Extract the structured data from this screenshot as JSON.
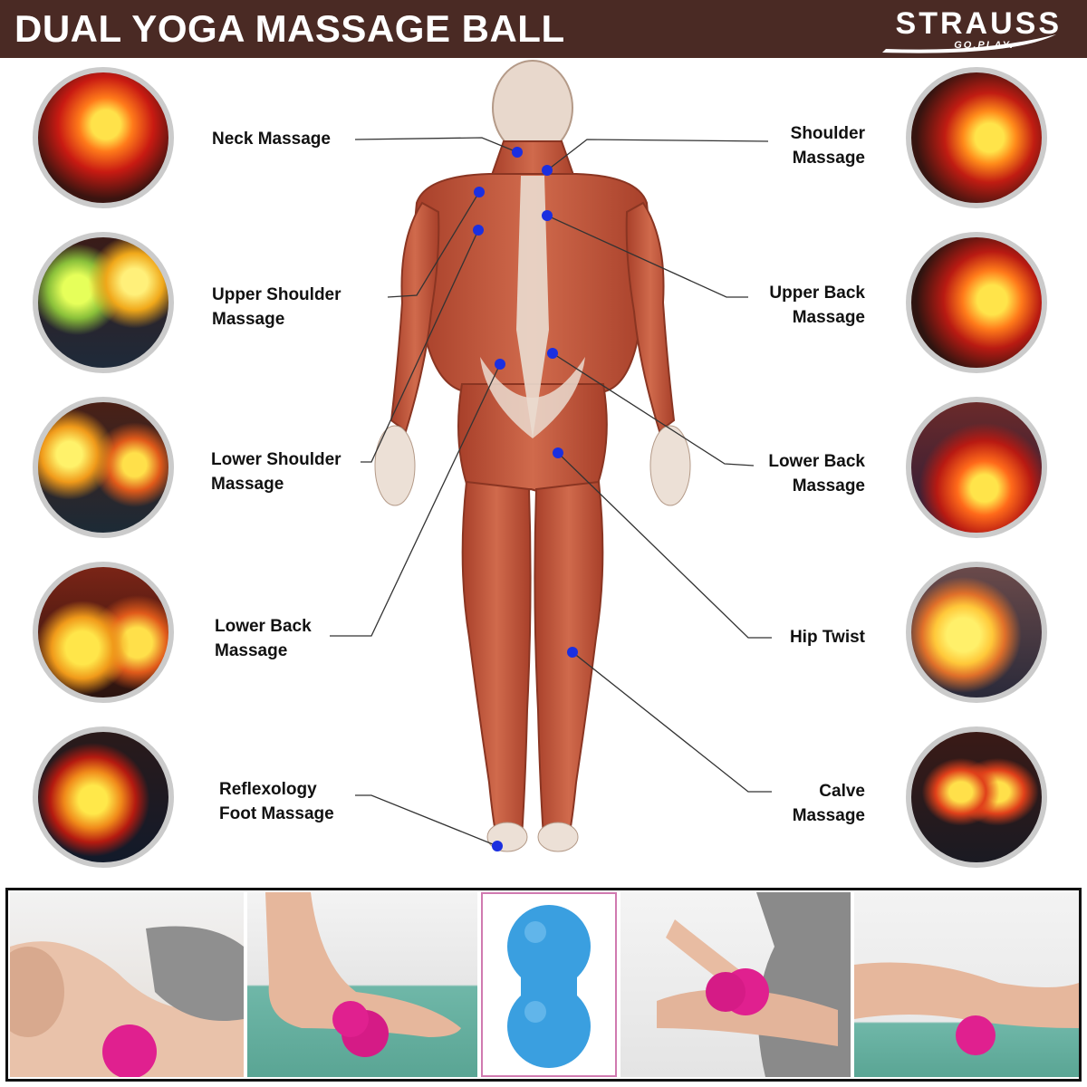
{
  "header": {
    "title": "DUAL YOGA MASSAGE BALL",
    "brand_name": "STRAUSS",
    "brand_tagline": "GO.PLAY."
  },
  "colors": {
    "header_bg": "#4a2a24",
    "marker": "#1b2fe0",
    "muscle": "#c5553a",
    "ball_pink": "#e0208f",
    "ball_blue": "#3a9fe0"
  },
  "labels": {
    "neck_massage": [
      "Neck Massage"
    ],
    "upper_shoulder_massage": [
      "Upper Shoulder",
      "Massage"
    ],
    "lower_shoulder_massage": [
      "Lower Shoulder",
      "Massage"
    ],
    "lower_back_massage_left": [
      "Lower Back",
      "Massage"
    ],
    "reflexology_foot_massage": [
      "Reflexology",
      "Foot Massage"
    ],
    "shoulder_massage": [
      "Shoulder",
      "Massage"
    ],
    "upper_back_massage": [
      "Upper Back",
      "Massage"
    ],
    "lower_back_massage_right": [
      "Lower Back",
      "Massage"
    ],
    "hip_twist": [
      "Hip Twist"
    ],
    "calve_massage": [
      "Calve",
      "Massage"
    ]
  },
  "images": {
    "left_circles": [
      "neck-spine-heat-image",
      "arms-back-heat-image",
      "arms-hands-heat-image",
      "hips-heat-image",
      "foot-heat-image"
    ],
    "right_circles": [
      "neck-shoulder-heat-image",
      "upper-back-heat-image",
      "lower-back-heat-image",
      "hip-heat-image",
      "calves-heat-image"
    ],
    "bottom_strip": [
      "neck-ball-photo",
      "foot-ball-photo",
      "blue-dual-ball-photo",
      "forearm-ball-photo",
      "calf-ball-photo"
    ]
  }
}
